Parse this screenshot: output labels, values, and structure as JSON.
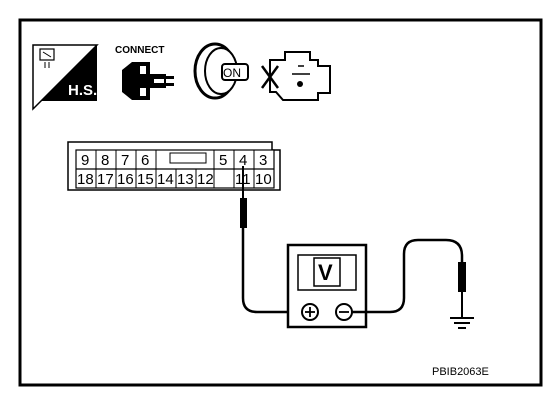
{
  "icons": {
    "hs_label": "H.S.",
    "connect_label": "CONNECT",
    "ignition_label": "ON"
  },
  "connector": {
    "top_row": [
      "9",
      "8",
      "7",
      "6",
      "",
      "5",
      "4",
      "3"
    ],
    "bottom_row": [
      "18",
      "17",
      "16",
      "15",
      "14",
      "13",
      "12",
      "11",
      "10"
    ]
  },
  "voltmeter": {
    "display": "V",
    "plus_symbol": "⊕",
    "minus_symbol": "⊖"
  },
  "figure_code": "PBIB2063E"
}
